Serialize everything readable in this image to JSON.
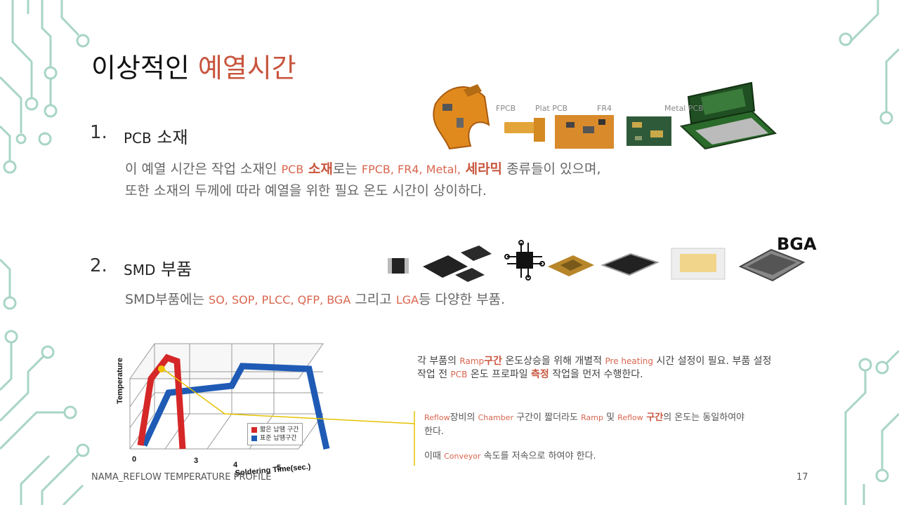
{
  "slide": {
    "title_plain": "이상적인 ",
    "title_accent": "예열시간",
    "page_number": "17",
    "footer": "NAMA_REFLOW TEMPERATURE PROFILE"
  },
  "section1": {
    "number": "1.",
    "heading_latin": "PCB",
    "heading_korean": "소재",
    "line1": {
      "a": "이 예열 시간은 작업 소재인 ",
      "b": "PCB",
      "c": " 소재",
      "d": "로는 ",
      "e": "FPCB, FR4, Metal,",
      "f": " 세라믹",
      "g": " 종류들이 있으며,"
    },
    "line2": "또한 소재의 두께에 따라 예열을 위한 필요 온도 시간이 상이하다.",
    "image_labels": [
      "FPCB",
      "Plat PCB",
      "FR4",
      "Metal PCB"
    ]
  },
  "section2": {
    "number": "2.",
    "heading_latin": "SMD",
    "heading_korean": "부품",
    "line": {
      "a": "SMD부품에는 ",
      "b": "SO, SOP, PLCC, QFP, BGA",
      "c": " 그리고 ",
      "d": "LGA",
      "e": "등 다양한 부품."
    },
    "bga_label": "BGA"
  },
  "chart_labels": {
    "ylabel": "Temperature",
    "xlabel": "Soldering Time(sec.)",
    "ticks": [
      "0",
      "3",
      "4",
      "5"
    ],
    "legend": [
      "짧은 납땜 구간",
      "표준 납땜구간"
    ]
  },
  "chart_data": {
    "type": "line",
    "title": "",
    "xlabel": "Soldering Time(sec.)",
    "ylabel": "Temperature",
    "x_ticks": [
      "0",
      "3",
      "4",
      "5"
    ],
    "series": [
      {
        "name": "짧은 납땜 구간",
        "color": "#d62728"
      },
      {
        "name": "표준 납땜구간",
        "color": "#1f5bb5"
      }
    ]
  },
  "notes": {
    "p1": {
      "a": "각 부품의 ",
      "b": "Ramp",
      "c": "구간",
      "d": " 온도상승을 위해 개별적 ",
      "e": "Pre heating",
      "f": " 시간 설정이 필요. 부품 설정",
      "g": "작업 전 ",
      "h": "PCB",
      "i": " 온도 프로파일 ",
      "j": "측정",
      "k": " 작업을 먼저 수행한다."
    },
    "p2": {
      "a": "Reflow",
      "b": "장비의 ",
      "c": "Chamber",
      "d": " 구간이 짧더라도 ",
      "e": "Ramp",
      "f": " 및 ",
      "g": "Reflow",
      "h": " 구간",
      "i": "의 온도는 동일하여야",
      "j": "한다."
    },
    "p3": {
      "a": "이때 ",
      "b": "Conveyor",
      "c": " 속도를 저속으로 하여야 한다."
    }
  },
  "colors": {
    "accent": "#c8553d",
    "circuit": "#a8d5c4",
    "callout_line": "#e6c200"
  }
}
